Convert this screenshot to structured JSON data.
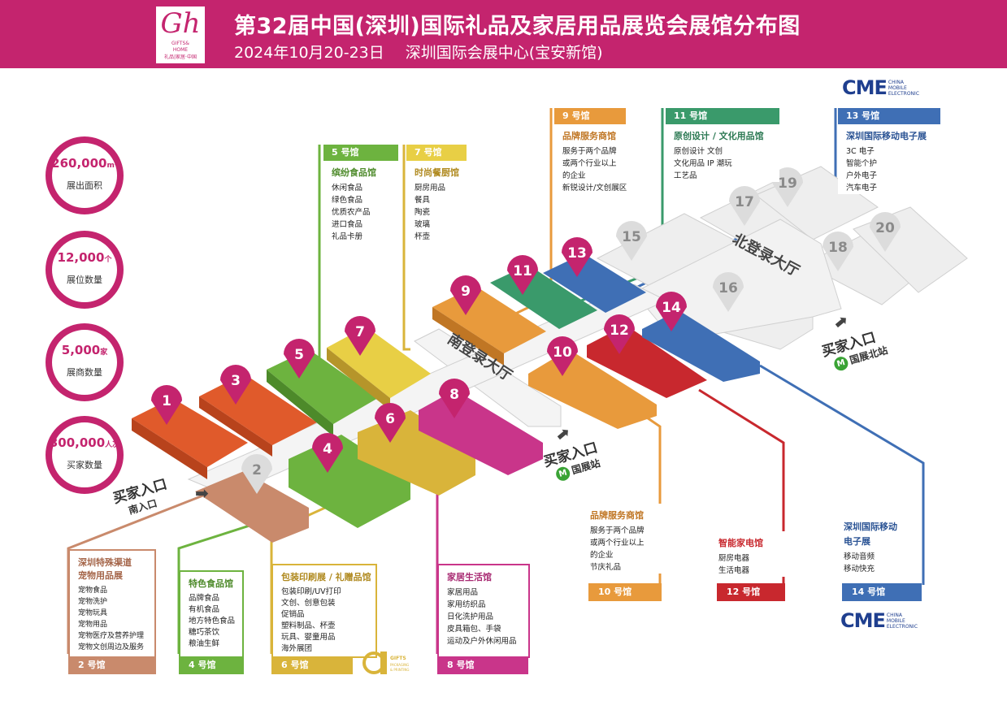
{
  "header": {
    "logo": {
      "mark": "Gh",
      "line1": "GIFTS&",
      "line2": "HOME",
      "line3": "礼品|家居·中国"
    },
    "title": "第32届中国(深圳)国际礼品及家居用品展览会展馆分布图",
    "date": "2024年10月20-23日",
    "venue": "深圳国际会展中心(宝安新馆)"
  },
  "stats": [
    {
      "value": "260,000",
      "unit": "m²",
      "label": "展出面积"
    },
    {
      "value": "12,000",
      "unit": "个",
      "label": "展位数量"
    },
    {
      "value": "5,000",
      "unit": "家",
      "label": "展商数量"
    },
    {
      "value": "300,000",
      "unit": "人次",
      "label": "买家数量"
    }
  ],
  "colors": {
    "brand": "#c4246e",
    "hall2": "#c98a6c",
    "hall1_3": "#e05a2b",
    "hall4_5": "#6db33f",
    "hall6_7": "#d9b43a",
    "hall8": "#c9358a",
    "hall9_10": "#e89a3c",
    "hall11": "#3a9a6b",
    "hall12": "#c8282e",
    "hall13_14": "#3f6fb5",
    "grey": "#e8e8e8",
    "line_cme": "#3f6fb5"
  },
  "pins": [
    {
      "id": "pin-1",
      "label": "1"
    },
    {
      "id": "pin-2",
      "label": "2"
    },
    {
      "id": "pin-3",
      "label": "3"
    },
    {
      "id": "pin-4",
      "label": "4"
    },
    {
      "id": "pin-5",
      "label": "5"
    },
    {
      "id": "pin-6",
      "label": "6"
    },
    {
      "id": "pin-7",
      "label": "7"
    },
    {
      "id": "pin-8",
      "label": "8"
    },
    {
      "id": "pin-9",
      "label": "9"
    },
    {
      "id": "pin-10",
      "label": "10"
    },
    {
      "id": "pin-11",
      "label": "11"
    },
    {
      "id": "pin-12",
      "label": "12"
    },
    {
      "id": "pin-13",
      "label": "13"
    },
    {
      "id": "pin-14",
      "label": "14"
    },
    {
      "id": "pin-15",
      "label": "15"
    },
    {
      "id": "pin-16",
      "label": "16"
    },
    {
      "id": "pin-17",
      "label": "17"
    },
    {
      "id": "pin-18",
      "label": "18"
    },
    {
      "id": "pin-19",
      "label": "19"
    },
    {
      "id": "pin-20",
      "label": "20"
    }
  ],
  "corridors": {
    "south": "南登录大厅",
    "north": "北登录大厅"
  },
  "entrances": {
    "south_gate": {
      "main": "买家入口",
      "sub": "南入口"
    },
    "guozhan": {
      "main": "买家入口",
      "sub": "国展站",
      "metro": "M"
    },
    "guozhan_north": {
      "main": "买家入口",
      "sub": "国展北站",
      "metro": "M"
    }
  },
  "cards": {
    "hall5": {
      "head": "5 号馆",
      "title": "缤纷食品馆",
      "items": [
        "休闲食品",
        "绿色食品",
        "优质农产品",
        "进口食品",
        "礼品卡册"
      ]
    },
    "hall7": {
      "head": "7 号馆",
      "title": "时尚餐厨馆",
      "items": [
        "厨房用品",
        "餐具",
        "陶瓷",
        "玻璃",
        "杯壶"
      ]
    },
    "hall9": {
      "head": "9 号馆",
      "title": "品牌服务商馆",
      "items": [
        "服务于两个品牌",
        "或两个行业以上",
        "的企业",
        "新锐设计/文创展区"
      ]
    },
    "hall11": {
      "head": "11 号馆",
      "title": "原创设计 / 文化用品馆",
      "items": [
        "原创设计  文创",
        "文化用品  IP 潮玩",
        "工艺品"
      ]
    },
    "hall13": {
      "head": "13 号馆",
      "title": "深圳国际移动电子展",
      "items": [
        "3C 电子",
        "智能个护",
        "户外电子",
        "汽车电子"
      ]
    },
    "hall2": {
      "title": "深圳特殊渠道",
      "title2": "宠物用品展",
      "items": [
        "宠物食品",
        "宠物洗护",
        "宠物玩具",
        "宠物用品",
        "宠物医疗及营养护理",
        "宠物文创周边及服务"
      ],
      "tag": "2 号馆"
    },
    "hall4": {
      "title": "特色食品馆",
      "items": [
        "品牌食品",
        "有机食品",
        "地方特色食品",
        "糖巧茶饮",
        "粮油生鲜"
      ],
      "tag": "4 号馆"
    },
    "hall6": {
      "title": "包装印刷展 / 礼赠品馆",
      "items": [
        "包装印刷/UV打印",
        "文创、创意包装",
        "促销品",
        "塑料制品、杯壶",
        "玩具、婴童用品",
        "海外展团"
      ],
      "tag": "6 号馆"
    },
    "hall8": {
      "title": "家居生活馆",
      "items": [
        "家居用品",
        "家用纺织品",
        "日化洗护用品",
        "皮具箱包、手袋",
        "运动及户外休闲用品"
      ],
      "tag": "8 号馆"
    },
    "hall10": {
      "title": "品牌服务商馆",
      "items": [
        "服务于两个品牌",
        "或两个行业以上",
        "的企业",
        "节庆礼品"
      ],
      "tag": "10 号馆"
    },
    "hall12": {
      "title": "智能家电馆",
      "items": [
        "厨房电器",
        "生活电器"
      ],
      "tag": "12 号馆"
    },
    "hall14": {
      "title": "深圳国际移动",
      "title2": "电子展",
      "items": [
        "移动音频",
        "移动快充"
      ],
      "tag": "14 号馆"
    }
  },
  "cme": {
    "mark": "CME",
    "line1": "CHINA",
    "line2": "MOBILE",
    "line3": "ELECTRONIC"
  },
  "gp_logo": {
    "line1": "GIFTS",
    "line2": "PACKAGING",
    "line3": "& PRINTING"
  }
}
